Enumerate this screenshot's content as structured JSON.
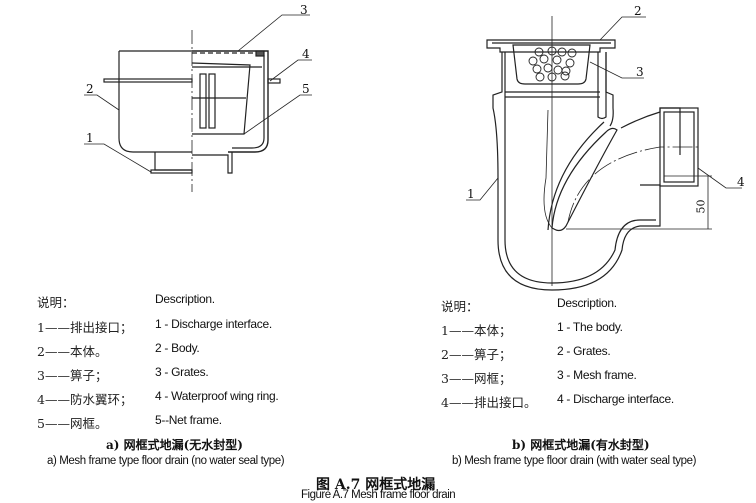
{
  "drawing_a": {
    "callouts": [
      "1",
      "2",
      "3",
      "4",
      "5"
    ]
  },
  "drawing_b": {
    "callouts": [
      "1",
      "2",
      "3",
      "4"
    ],
    "dimension": "50"
  },
  "legend_a": {
    "heading_cn": "说明：",
    "heading_en": "Description.",
    "items": [
      {
        "cn": "1——排出接口；",
        "en": "1 - Discharge interface."
      },
      {
        "cn": "2——本体。",
        "en": "2 - Body."
      },
      {
        "cn": "3——箅子；",
        "en": "3 - Grates."
      },
      {
        "cn": "4——防水翼环；",
        "en": "4 - Waterproof wing ring."
      },
      {
        "cn": "5——网框。",
        "en": "5--Net frame."
      }
    ]
  },
  "legend_b": {
    "heading_cn": "说明：",
    "heading_en": "Description.",
    "items": [
      {
        "cn": "1——本体；",
        "en": "1 - The body."
      },
      {
        "cn": "2——箅子；",
        "en": "2 - Grates."
      },
      {
        "cn": "3——网框；",
        "en": "3 - Mesh frame."
      },
      {
        "cn": "4——排出接口。",
        "en": "4 - Discharge interface."
      }
    ]
  },
  "captions": {
    "a_cn": "a)  网框式地漏(无水封型)",
    "a_en": "a) Mesh frame type floor drain (no water seal type)",
    "b_cn": "b)  网框式地漏(有水封型)",
    "b_en": "b) Mesh frame type floor drain (with water seal type)",
    "figure_cn": "图 A.7   网框式地漏",
    "figure_en": "Figure A.7 Mesh frame floor drain"
  }
}
